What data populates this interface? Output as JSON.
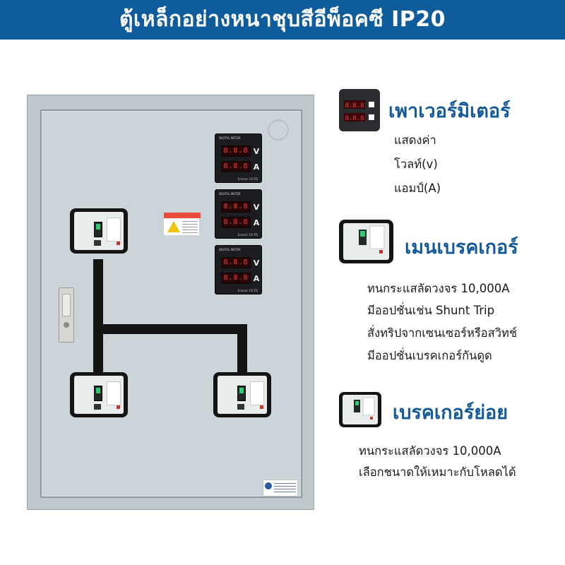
{
  "header": {
    "title": "ตู้เหล็กอย่างหนาชุบสีอีพ็อคซี IP20"
  },
  "meters": [
    {
      "label": "DIGITAL METER",
      "digits_top": "8.8.8",
      "digits_bottom": "8.8.8",
      "unit_v": "V",
      "unit_a": "A",
      "brand": "Emenic CH-TD"
    },
    {
      "label": "DIGITAL METER",
      "digits_top": "8.8.8",
      "digits_bottom": "8.8.8",
      "unit_v": "V",
      "unit_a": "A",
      "brand": "Emenic CH-TD"
    },
    {
      "label": "DIGITAL METER",
      "digits_top": "8.8.8",
      "digits_bottom": "8.8.8",
      "unit_v": "V",
      "unit_a": "A",
      "brand": "Emenic CH-TD"
    }
  ],
  "features": {
    "power_meter": {
      "title": "เพาเวอร์มิเตอร์",
      "lines": [
        "แสดงค่า",
        "โวลท์(v)",
        "แอมป์(A)"
      ]
    },
    "main_breaker": {
      "title": "เมนเบรคเกอร์",
      "lines": [
        "ทนกระแสลัดวงจร 10,000A",
        "มีออปชั่นเช่น Shunt Trip",
        "สั่งทริปจากเซนเซอร์หรือสวิทช์",
        "มีออปชั่นเบรคเกอร์กันดูด"
      ]
    },
    "sub_breaker": {
      "title": "เบรคเกอร์ย่อย",
      "lines": [
        "ทนกระแสลัดวงจร 10,000A",
        "เลือกชนาดให้เหมาะกับโหลดได้"
      ]
    }
  },
  "colors": {
    "header": "#0f5c9c",
    "title_blue": "#125a99",
    "cabinet": "#cbd5d9",
    "busbar": "#141414"
  },
  "icons": [
    "power-meter-icon",
    "main-breaker-icon",
    "sub-breaker-icon",
    "warning-label-icon"
  ]
}
